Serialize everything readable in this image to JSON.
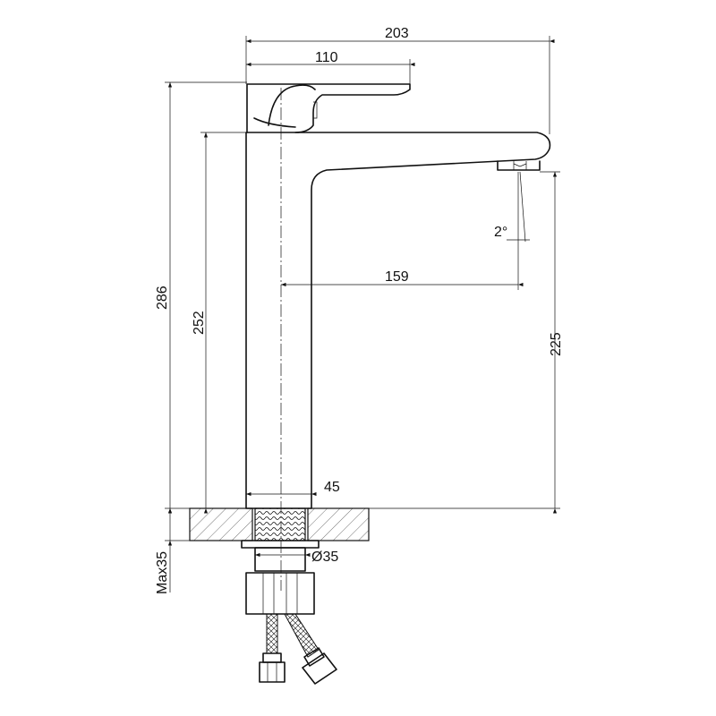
{
  "dimensions": {
    "overall_reach": "203",
    "handle_length": "110",
    "total_height": "286",
    "body_height": "252",
    "spout_reach": "159",
    "spout_angle": "2°",
    "outlet_height": "225",
    "body_width": "45",
    "thread_diameter": "Ø35",
    "max_counter_thickness": "Max35"
  }
}
